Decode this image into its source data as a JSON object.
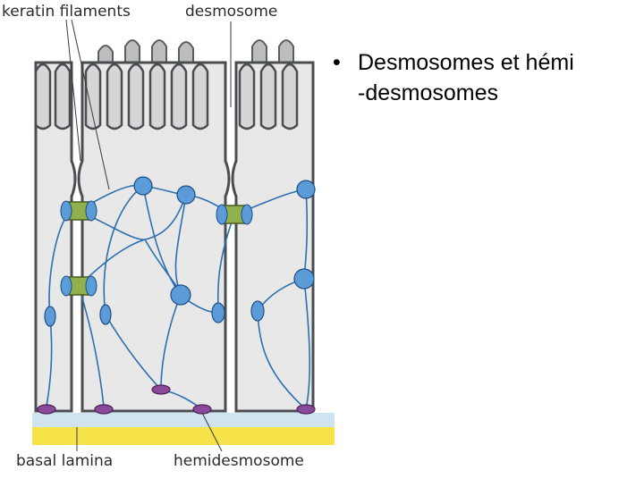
{
  "figure": {
    "labels": {
      "keratin_filaments": "keratin filaments",
      "desmosome": "desmosome",
      "basal_lamina": "basal lamina",
      "hemidesmosome": "hemidesmosome"
    }
  },
  "bullet": {
    "marker": "•",
    "line1": "Desmosomes et hémi",
    "line2": "-desmosomes"
  },
  "colors": {
    "cell_fill": "#e6e6e6",
    "membrane": "#4a4e52",
    "filament": "#2e6fb0",
    "plaque": "#5b9bd8",
    "hemi_plaque": "#8a4a9a",
    "lamina_blue": "#cfe3f0",
    "lamina_yellow": "#f6e34a"
  }
}
